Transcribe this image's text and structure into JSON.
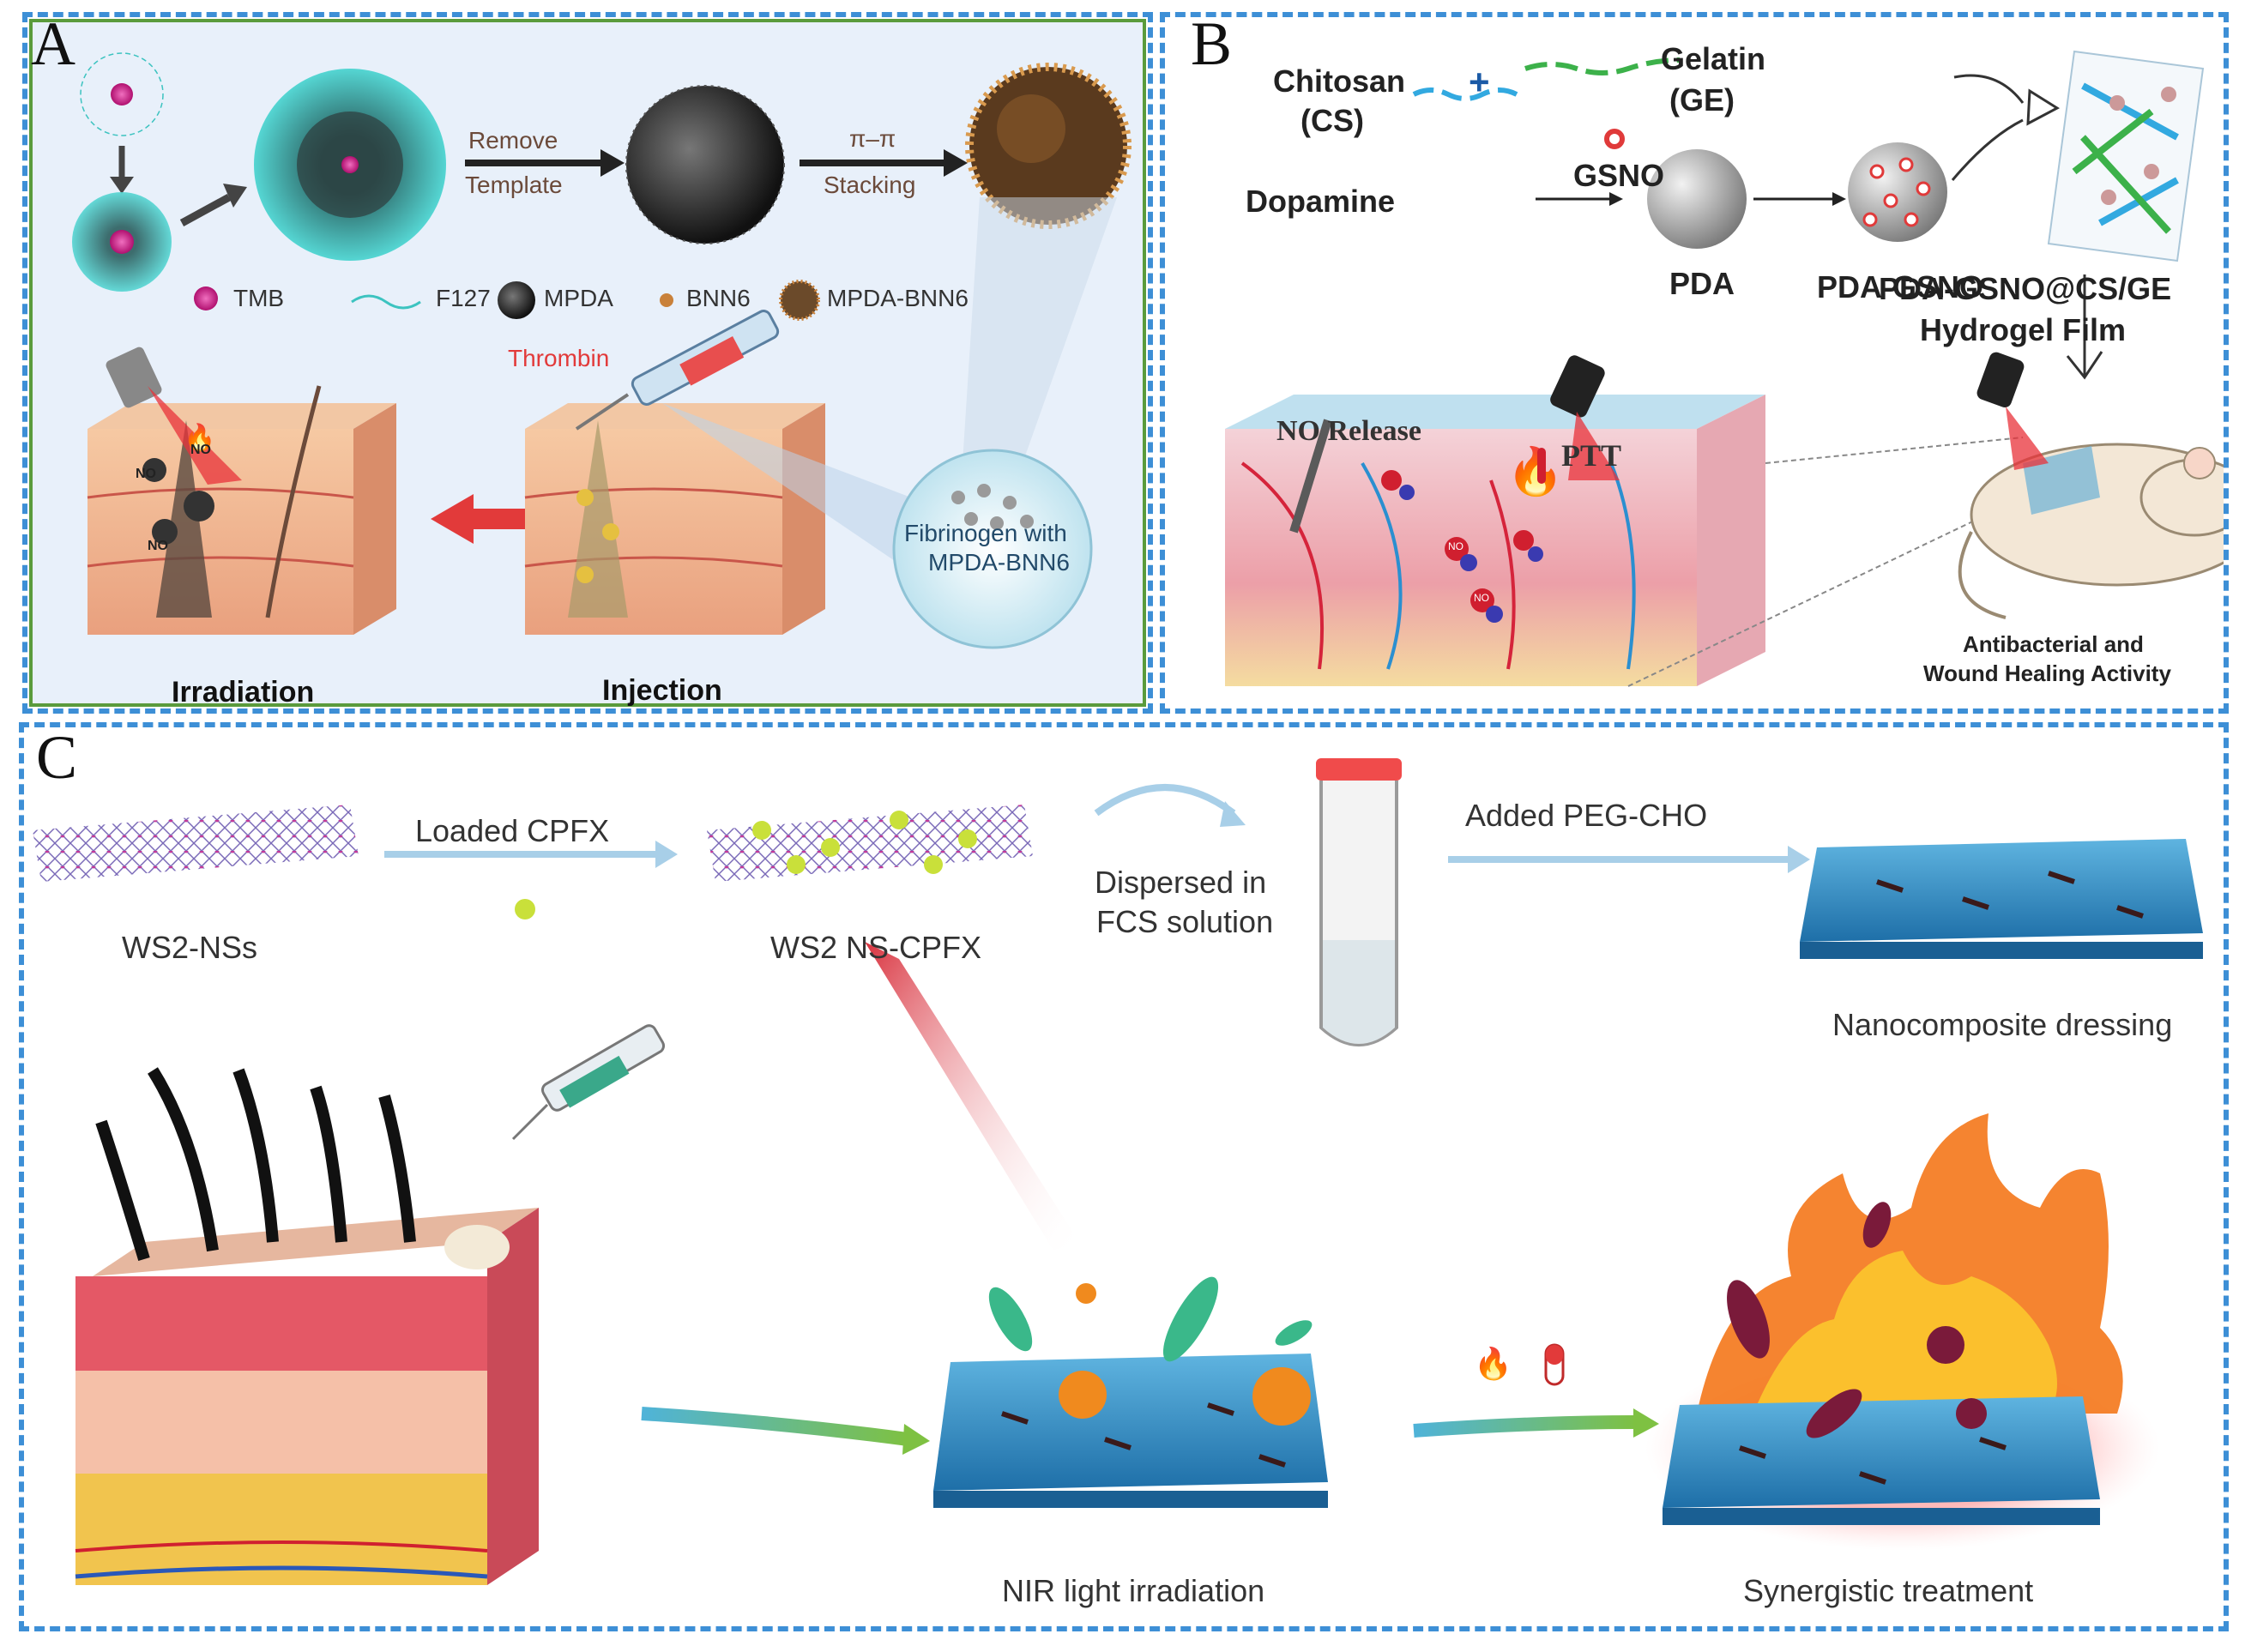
{
  "panel_a": {
    "letter": "A",
    "remove_template": [
      "Remove",
      "Template"
    ],
    "stacking": [
      "π–π",
      "Stacking"
    ],
    "legend": [
      "TMB",
      "F127",
      "MPDA",
      "BNN6",
      "MPDA-BNN6"
    ],
    "thrombin": "Thrombin",
    "fibrinogen": [
      "Fibrinogen with",
      "MPDA-BNN6"
    ],
    "no_label": "NO",
    "irradiation": "Irradiation",
    "injection": "Injection",
    "colors": {
      "frame": "#5a9b3c",
      "background": "#e8f0fa",
      "shell": "#3cc3c0",
      "core": "#d4178a",
      "arrow_red": "#e23a3a"
    }
  },
  "panel_b": {
    "letter": "B",
    "chitosan": [
      "Chitosan",
      "(CS)"
    ],
    "plus": "+",
    "gelatin": [
      "Gelatin",
      "(GE)"
    ],
    "dopamine": "Dopamine",
    "gsno": "GSNO",
    "pda": "PDA",
    "pda_gsno": "PDA-GSNO",
    "film": [
      "PDA-GSNO@CS/GE",
      "Hydrogel Film"
    ],
    "no_release": "NO Release",
    "ptt": "PTT",
    "no_label": "NO",
    "activity": [
      "Antibacterial and",
      "Wound Healing Activity"
    ]
  },
  "panel_c": {
    "letter": "C",
    "loaded": "Loaded CPFX",
    "ws2_nss": "WS2-NSs",
    "ws2_cpfx": "WS2 NS-CPFX",
    "dispersed": [
      "Dispersed in",
      "FCS solution"
    ],
    "added": "Added PEG-CHO",
    "dressing": "Nanocomposite dressing",
    "nir": "NIR light irradiation",
    "synergistic": "Synergistic treatment"
  },
  "colors": {
    "dashed_border": "#3d8fd6",
    "hydrogel": "#2f8bc9",
    "flame": "#f07a1a"
  }
}
